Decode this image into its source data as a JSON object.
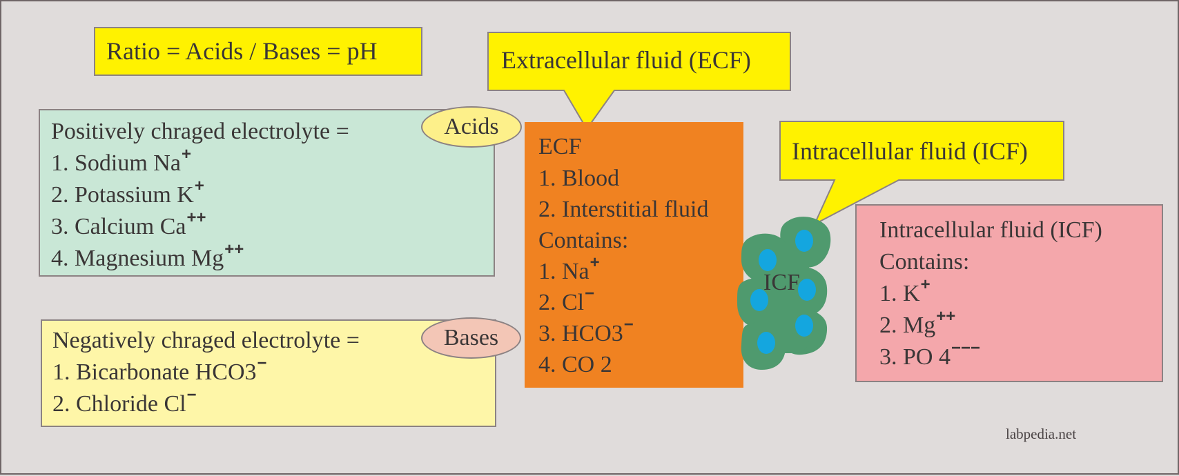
{
  "colors": {
    "background": "#e0dcdb",
    "yellow_box": "#fff200",
    "green_box": "#c9e7d6",
    "light_yellow_box": "#fef6a8",
    "orange_box": "#f08221",
    "pink_box": "#f4a7ab",
    "acids_ellipse": "#fdf08a",
    "bases_ellipse": "#f3c6b6",
    "cell_green": "#4f9a6e",
    "nucleus_blue": "#14a6df"
  },
  "ratio_box": {
    "text": "Ratio = Acids / Bases = pH"
  },
  "positive_box": {
    "heading": "Positively chraged electrolyte =",
    "badge": "Acids",
    "items": [
      {
        "text": "1. Sodium Na",
        "charge": "+"
      },
      {
        "text": "2. Potassium K",
        "charge": "+"
      },
      {
        "text": "3. Calcium Ca",
        "charge": "++"
      },
      {
        "text": "4. Magnesium Mg",
        "charge": "++"
      }
    ]
  },
  "negative_box": {
    "heading": "Negatively chraged electrolyte =",
    "badge": "Bases",
    "items": [
      {
        "text": "1. Bicarbonate HCO3",
        "charge": "−"
      },
      {
        "text": "2. Chloride Cl",
        "charge": "−"
      }
    ]
  },
  "ecf_callout": {
    "text": "Extracellular fluid (ECF)"
  },
  "ecf_box": {
    "title": "ECF",
    "items": [
      {
        "text": "1. Blood",
        "charge": ""
      },
      {
        "text": "2. Interstitial fluid",
        "charge": ""
      },
      {
        "text": "Contains:",
        "charge": ""
      },
      {
        "text": "1. Na",
        "charge": "+"
      },
      {
        "text": "2. Cl",
        "charge": "−"
      },
      {
        "text": "3. HCO3",
        "charge": "−"
      },
      {
        "text": "4. CO 2",
        "charge": ""
      }
    ]
  },
  "icf_callout": {
    "text": "Intracellular fluid (ICF)"
  },
  "cell_cluster": {
    "label": "ICF"
  },
  "icf_box": {
    "title": "Intracellular fluid (ICF)",
    "items": [
      {
        "text": "Contains:",
        "charge": ""
      },
      {
        "text": "1. K",
        "charge": "+"
      },
      {
        "text": "2. Mg",
        "charge": "++"
      },
      {
        "text": "3. PO 4",
        "charge": "−−−"
      }
    ]
  },
  "watermark": "labpedia.net"
}
